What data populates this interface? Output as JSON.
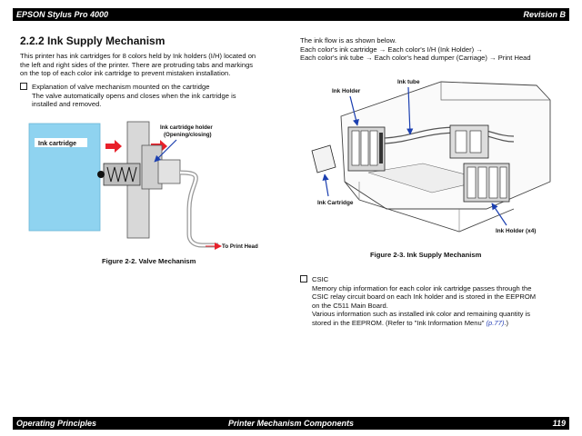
{
  "header": {
    "left": "EPSON Stylus Pro 4000",
    "right": "Revision B"
  },
  "footer": {
    "left": "Operating Principles",
    "center": "Printer Mechanism Components",
    "right": "119"
  },
  "section": {
    "title": "2.2.2  Ink Supply Mechanism"
  },
  "intro": {
    "line1": "This printer has ink cartridges for 8 colors held by Ink holders (I/H) located on",
    "line2": "the left and right sides of the printer. There are protruding tabs and markings",
    "line3": "on the top of each color ink cartridge to prevent mistaken installation."
  },
  "bullet1": {
    "line1": "Explanation of valve mechanism mounted on the cartridge",
    "line2": "The valve automatically opens and closes when the ink cartridge is",
    "line3": "installed and removed."
  },
  "figure1": {
    "label_ink_cartridge": "Ink cartridge",
    "label_holder_1": "Ink cartridge holder",
    "label_holder_2": "(Opening/closing)",
    "label_to_head": "To Print Head",
    "caption": "Figure 2-2. Valve Mechanism"
  },
  "flow": {
    "line1": "The ink flow is as shown below.",
    "line2": "Each color's ink cartridge → Each color's I/H (Ink Holder) →",
    "line3": "Each color's ink tube → Each color's head dumper (Carriage) → Print Head"
  },
  "figure2": {
    "label_ink_holder": "Ink Holder",
    "label_ink_tube": "Ink tube",
    "label_ink_cartridge": "Ink Cartridge",
    "label_ink_holder_x4": "Ink Holder (x4)",
    "caption": "Figure 2-3. Ink Supply Mechanism"
  },
  "csic": {
    "title": "CSIC",
    "line1": "Memory chip information for each color ink cartridge passes through the",
    "line2": "CSIC relay circuit board on each Ink holder and is stored in the EEPROM",
    "line3": "on the C511 Main Board.",
    "line4": "Various information such as installed ink color and remaining quantity is",
    "line5_a": "stored in the EEPROM. (Refer to \"Ink Information Menu\" ",
    "line5_link": "(p.77)",
    "line5_b": ".)"
  },
  "colors": {
    "bar": "#000000",
    "cartridge": "#8fd3f0",
    "arrow_red": "#e8202a",
    "arrow_blue": "#1b3fb0",
    "link": "#2a44b8"
  }
}
